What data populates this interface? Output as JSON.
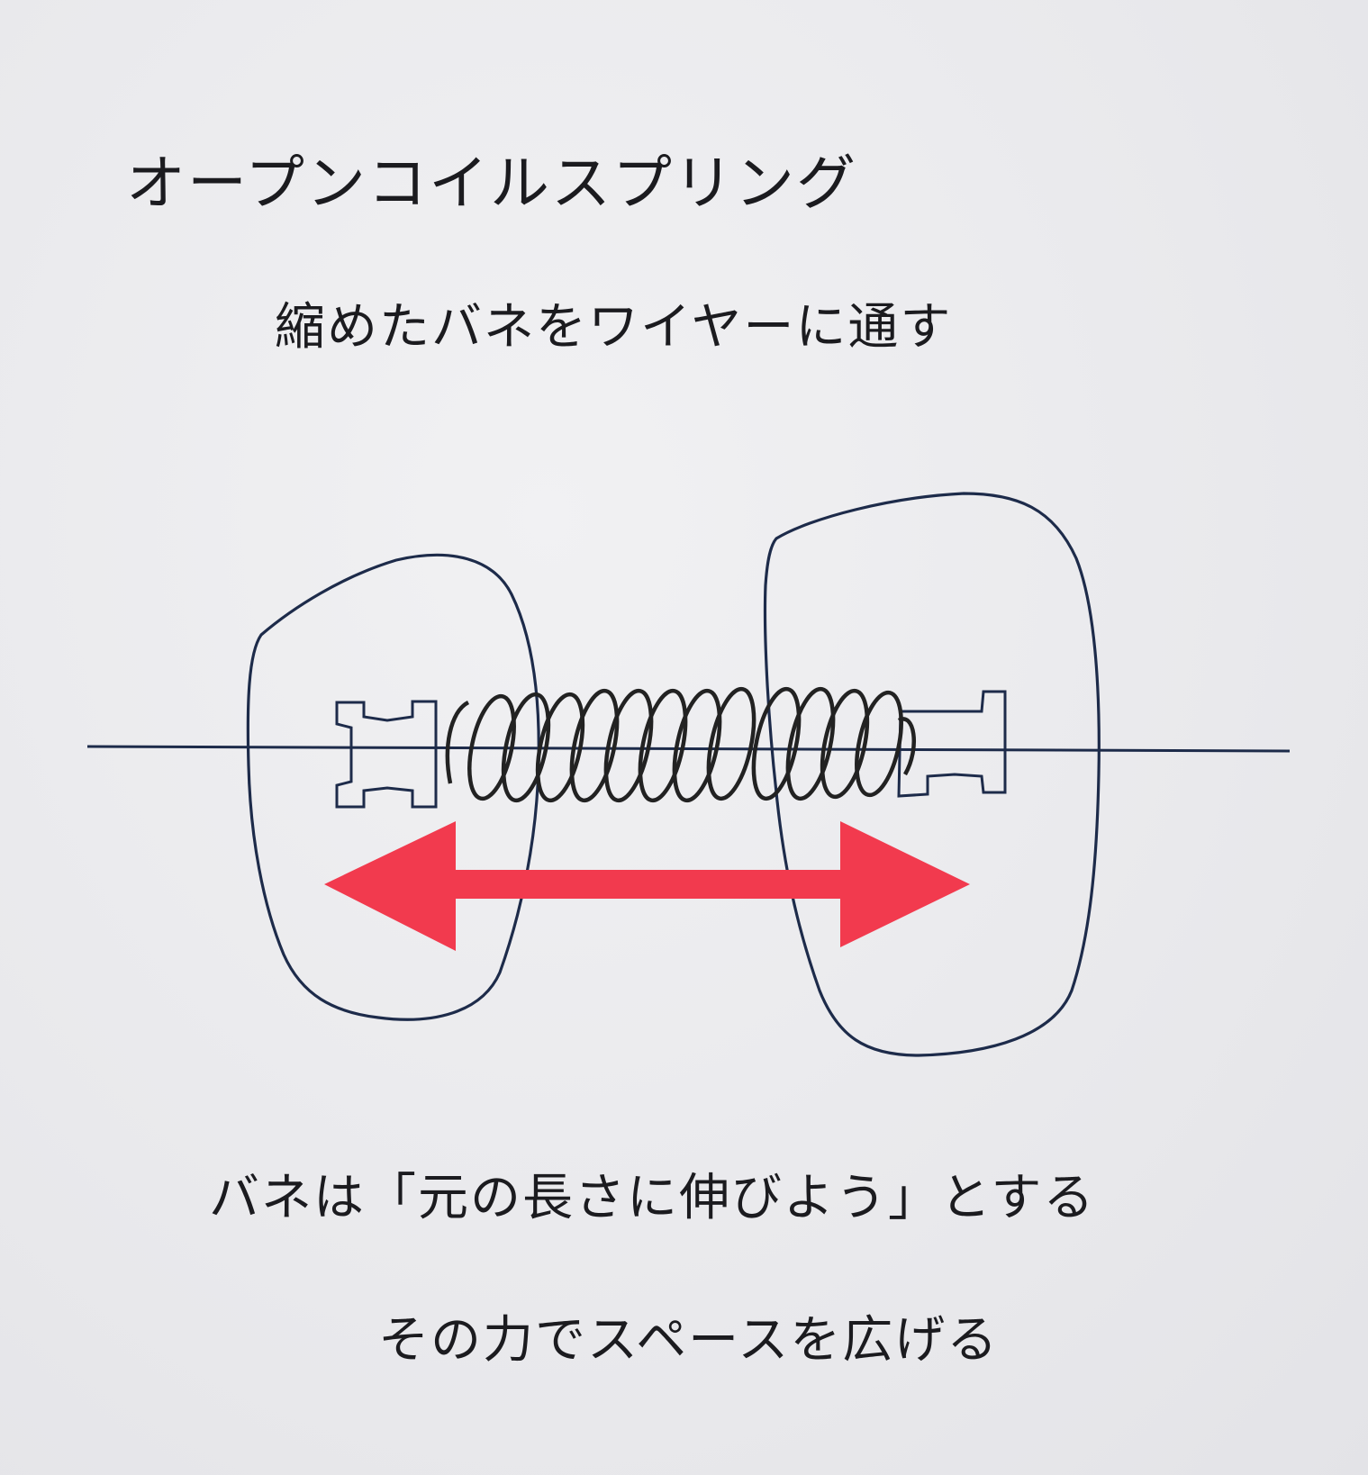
{
  "title": "オープンコイルスプリング",
  "subtitle": "縮めたバネをワイヤーに通す",
  "caption_line1": "バネは「元の長さに伸びよう」とする",
  "caption_line2": "その力でスペースを広げる",
  "colors": {
    "ink": "#1d2b4a",
    "spring": "#222222",
    "arrow": "#f23a4e",
    "paper": "#ebebed"
  },
  "icons": [
    "left-tooth-outline",
    "right-tooth-outline",
    "wire",
    "open-coil-spring",
    "left-bracket",
    "right-bracket",
    "double-headed-arrow"
  ]
}
